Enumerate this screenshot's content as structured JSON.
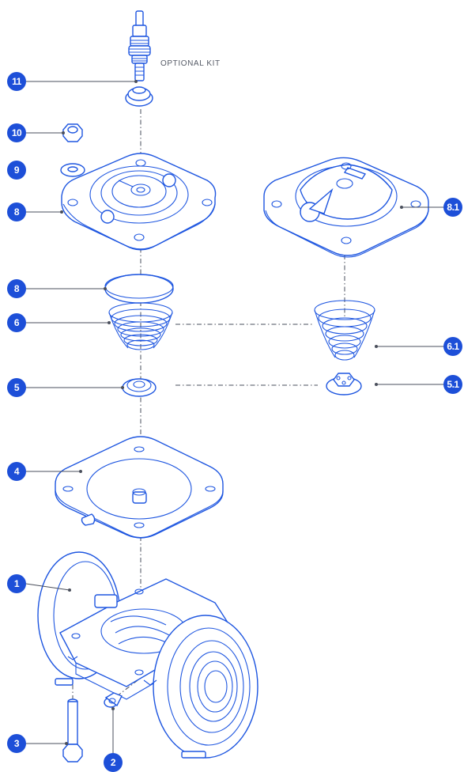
{
  "colors": {
    "accent": "#1d4fd8",
    "line": "#1e56e0",
    "leader": "#4a4f5c",
    "note": "#555a66"
  },
  "note": "OPTIONAL KIT",
  "callouts": [
    {
      "id": "c11",
      "label": "11"
    },
    {
      "id": "c10",
      "label": "10"
    },
    {
      "id": "c9",
      "label": "9"
    },
    {
      "id": "c8a",
      "label": "8"
    },
    {
      "id": "c8b",
      "label": "8"
    },
    {
      "id": "c6",
      "label": "6"
    },
    {
      "id": "c5",
      "label": "5"
    },
    {
      "id": "c4",
      "label": "4"
    },
    {
      "id": "c1",
      "label": "1"
    },
    {
      "id": "c3",
      "label": "3"
    },
    {
      "id": "c2",
      "label": "2"
    },
    {
      "id": "c81",
      "label": "8.1"
    },
    {
      "id": "c61",
      "label": "6.1"
    },
    {
      "id": "c51",
      "label": "5.1"
    }
  ]
}
